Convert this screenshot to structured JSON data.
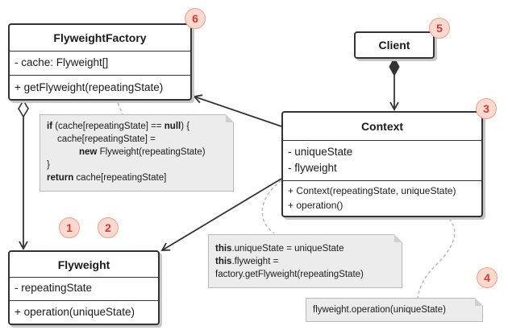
{
  "flyweight_factory": {
    "name": "FlyweightFactory",
    "fields": [
      "- cache: Flyweight[]"
    ],
    "methods": [
      "+ getFlyweight(repeatingState)"
    ],
    "badge": "6"
  },
  "client": {
    "name": "Client",
    "badge": "5"
  },
  "context": {
    "name": "Context",
    "fields": [
      "- uniqueState",
      "- flyweight"
    ],
    "methods": [
      "+ Context(repeatingState, uniqueState)",
      "+ operation()"
    ],
    "badge": "3"
  },
  "flyweight": {
    "name": "Flyweight",
    "fields": [
      "- repeatingState"
    ],
    "methods": [
      "+ operation(uniqueState)"
    ],
    "badges": [
      "1",
      "2"
    ]
  },
  "notes": {
    "factory": {
      "l1_kw": "if",
      "l1_a": " (cache[repeatingState] == ",
      "l1_kw2": "null",
      "l1_b": ") {",
      "l2": "cache[repeatingState] =",
      "l3_kw": "new",
      "l3_a": " Flyweight(repeatingState)",
      "l4": "}",
      "l5_kw": "return",
      "l5_a": " cache[repeatingState]"
    },
    "context_ctor": {
      "l1_kw": "this",
      "l1_a": ".uniqueState = uniqueState",
      "l2_kw": "this",
      "l2_a": ".flyweight =",
      "l3": "factory.getFlyweight(repeatingState)"
    },
    "operation": {
      "text": "flyweight.operation(uniqueState)",
      "badge": "4"
    }
  }
}
